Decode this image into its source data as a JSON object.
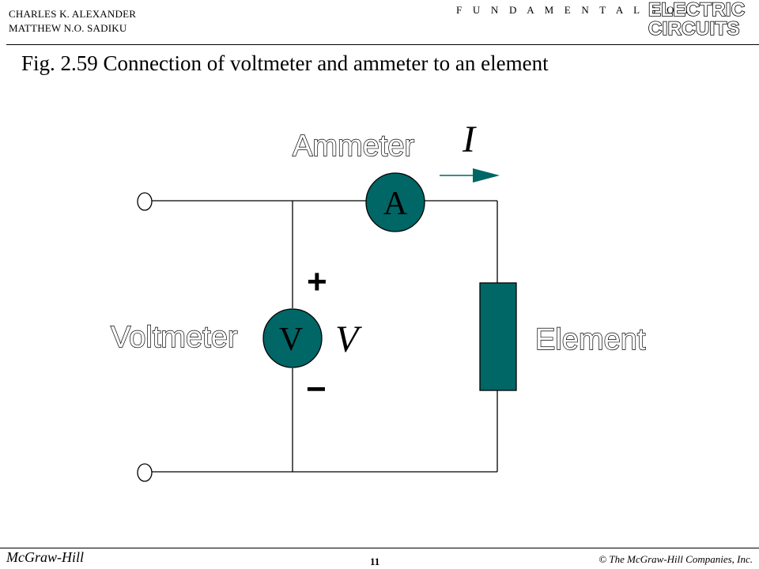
{
  "header": {
    "author_1": "CHARLES K. ALEXANDER",
    "author_2": "MATTHEW N.O. SADIKU",
    "series_prefix": "F U N D A M E N T A L S   O F",
    "brand_line_1": "ELECTRIC",
    "brand_line_2": "CIRCUITS"
  },
  "figure": {
    "title": "Fig. 2.59 Connection of voltmeter and ammeter to an element"
  },
  "diagram": {
    "ammeter_label": "Ammeter",
    "ammeter_symbol": "A",
    "current_symbol": "I",
    "voltmeter_label": "Voltmeter",
    "voltmeter_symbol": "V",
    "voltage_symbol": "V",
    "plus_sign": "+",
    "minus_sign": "−",
    "element_label": "Element",
    "meter_fill_color": "#006666"
  },
  "footer": {
    "publisher": "McGraw-Hill",
    "page_number": "11",
    "copyright": "© The McGraw-Hill Companies, Inc."
  }
}
